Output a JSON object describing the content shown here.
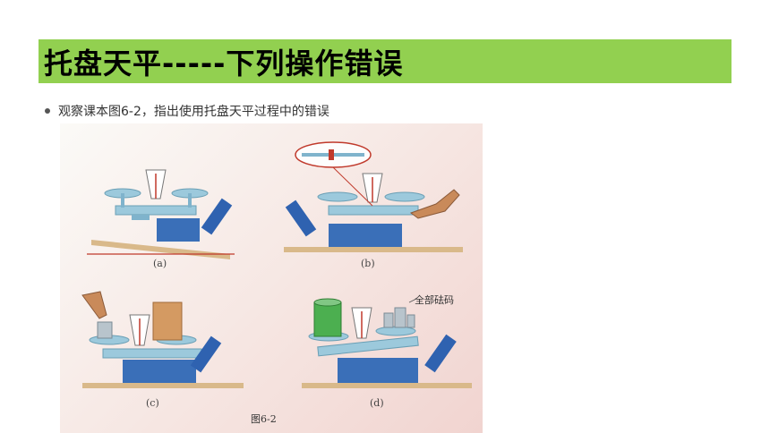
{
  "slide": {
    "title": "托盘天平-----下列操作错误",
    "bullet": "观察课本图6-2，指出使用托盘天平过程中的错误"
  },
  "figure": {
    "panels": [
      {
        "id": "a",
        "label": "(a)"
      },
      {
        "id": "b",
        "label": "(b)"
      },
      {
        "id": "c",
        "label": "(c)"
      },
      {
        "id": "d",
        "label": "(d)"
      }
    ],
    "weights_note": "全部砝码",
    "caption": "图6-2"
  },
  "colors": {
    "title_bg": "#92d050",
    "balance_blue": "#3a6fb8",
    "balance_light": "#9cc9dc",
    "table_tan": "#d9b98a"
  }
}
